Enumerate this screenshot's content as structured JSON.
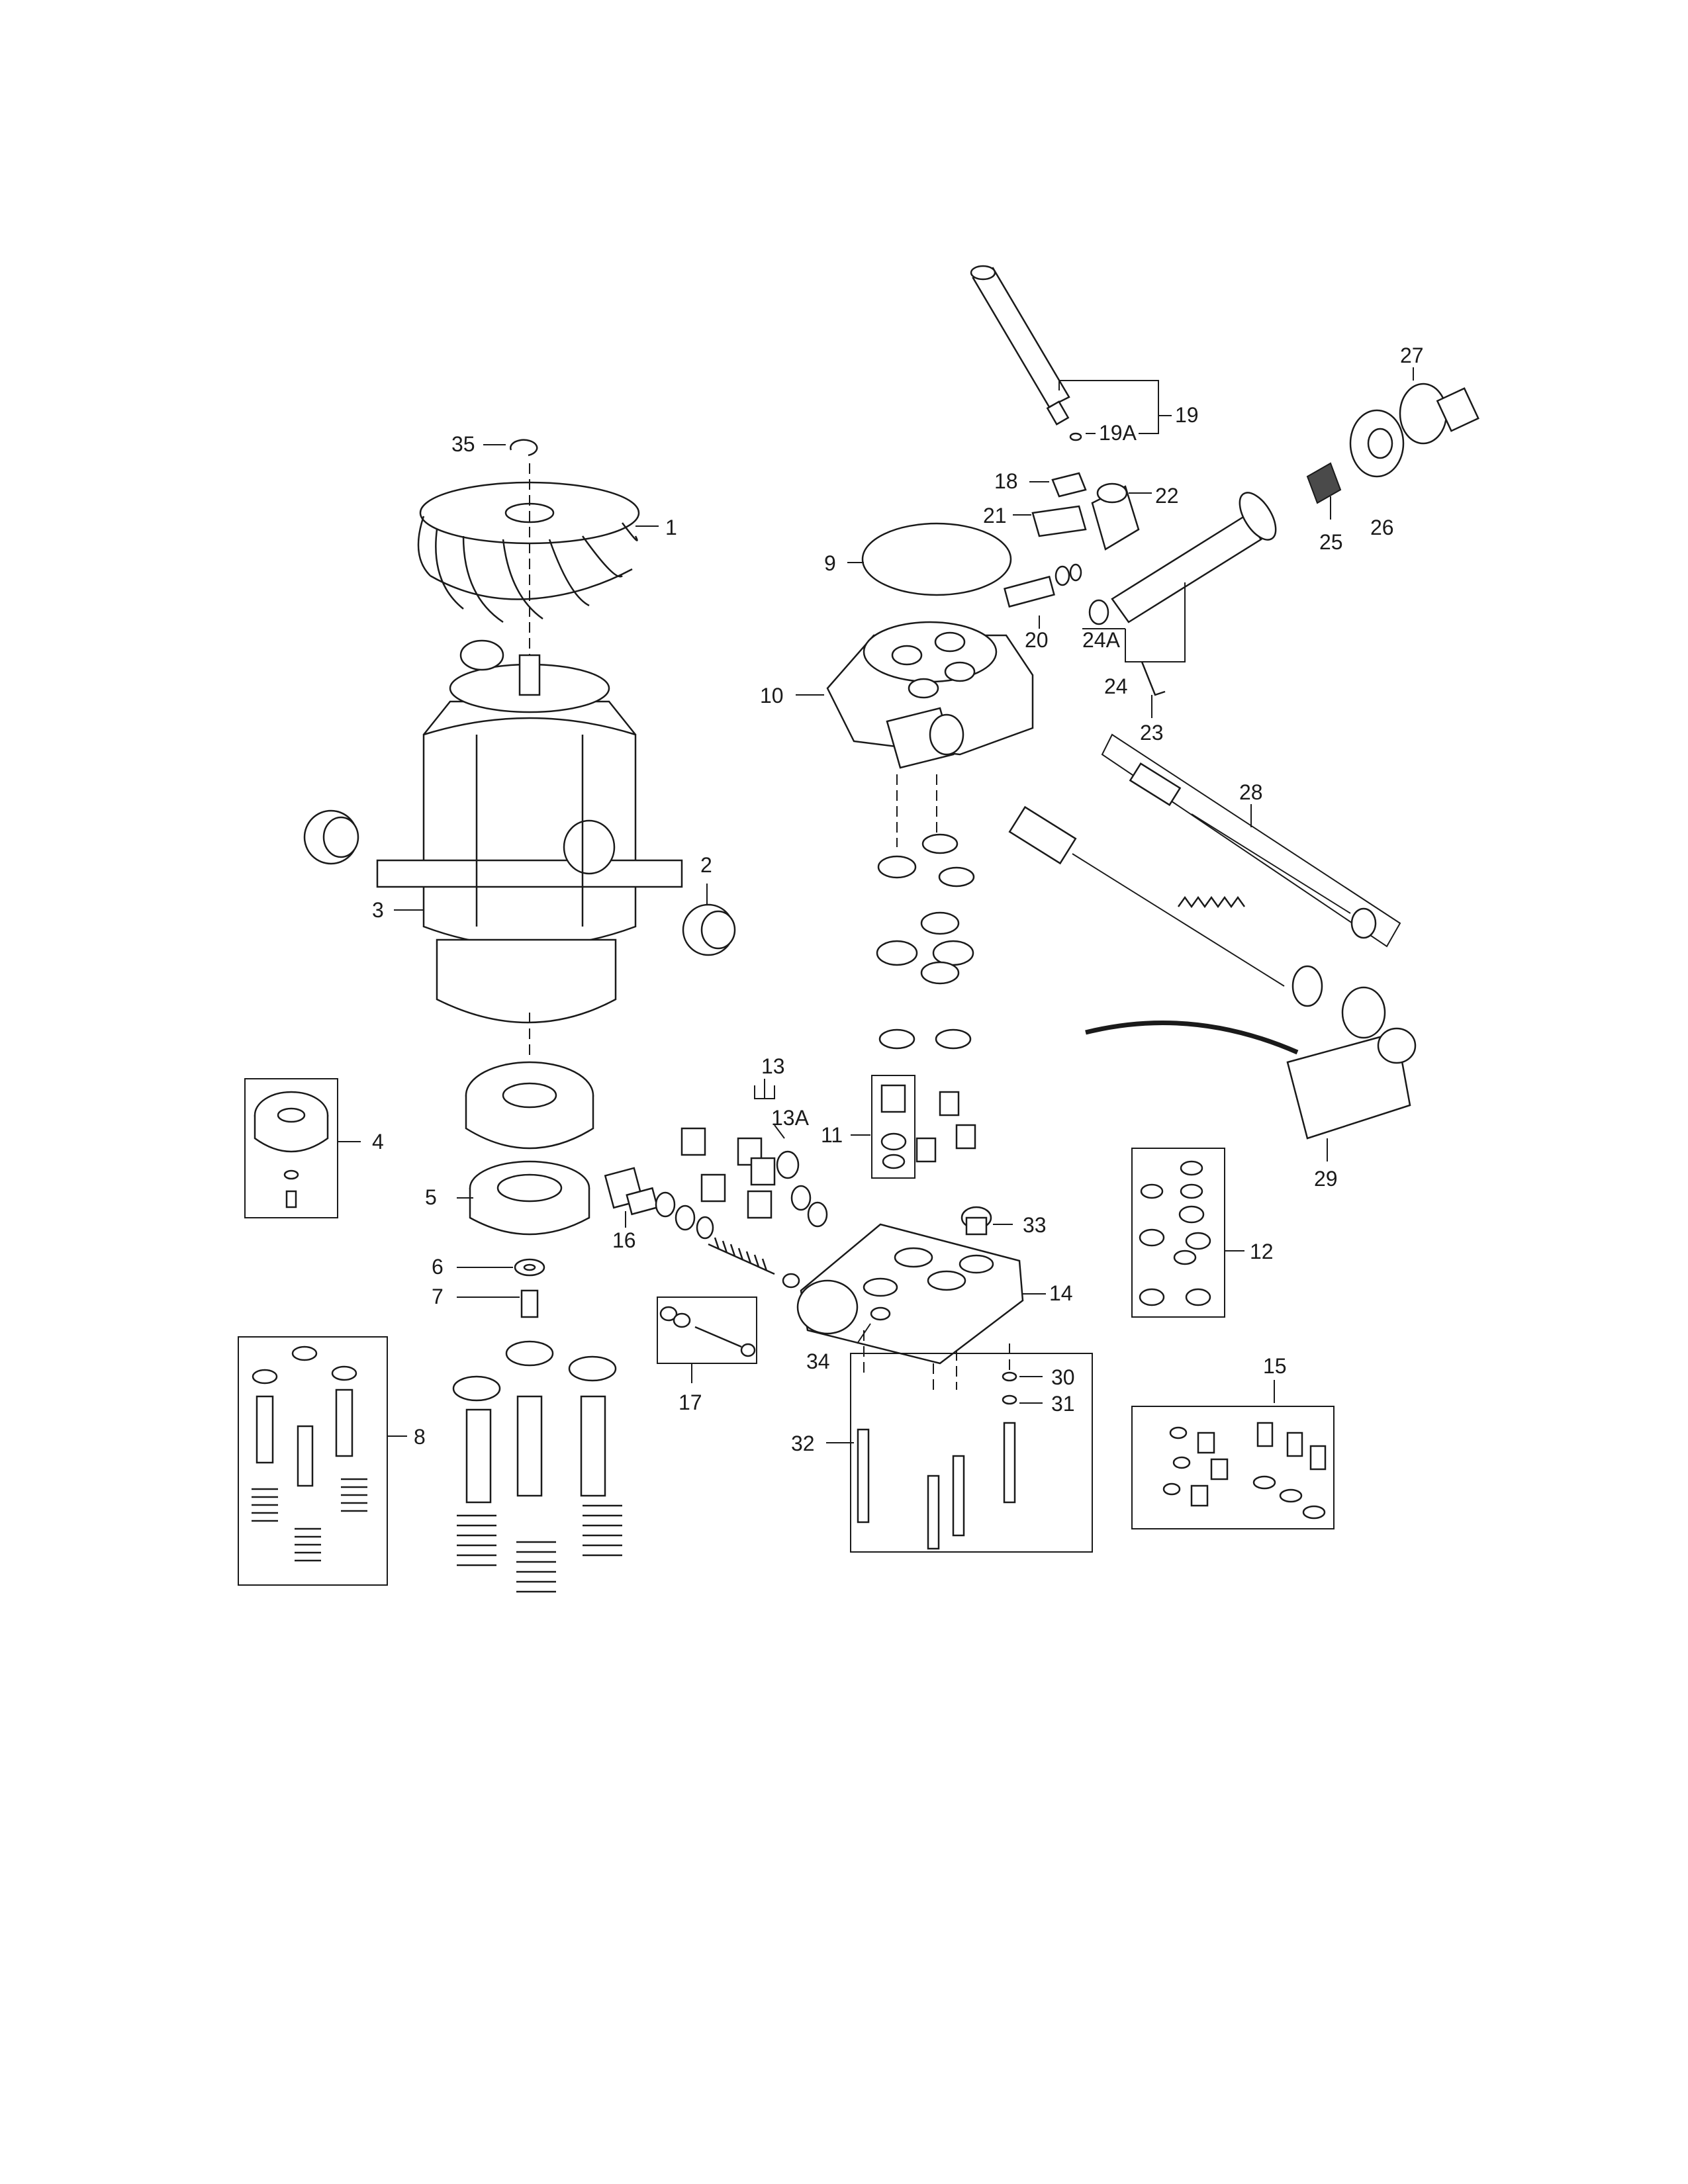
{
  "callouts": {
    "c1": "1",
    "c2": "2",
    "c3": "3",
    "c4": "4",
    "c5": "5",
    "c6": "6",
    "c7": "7",
    "c8": "8",
    "c9": "9",
    "c10": "10",
    "c11": "11",
    "c12": "12",
    "c13": "13",
    "c13a": "13A",
    "c14": "14",
    "c15": "15",
    "c16": "16",
    "c17": "17",
    "c18": "18",
    "c19": "19",
    "c19a": "19A",
    "c20": "20",
    "c21": "21",
    "c22": "22",
    "c23": "23",
    "c24": "24",
    "c24a": "24A",
    "c25": "25",
    "c26": "26",
    "c27": "27",
    "c28": "28",
    "c29": "29",
    "c30": "30",
    "c31": "31",
    "c32": "32",
    "c33": "33",
    "c34": "34",
    "c35": "35"
  }
}
